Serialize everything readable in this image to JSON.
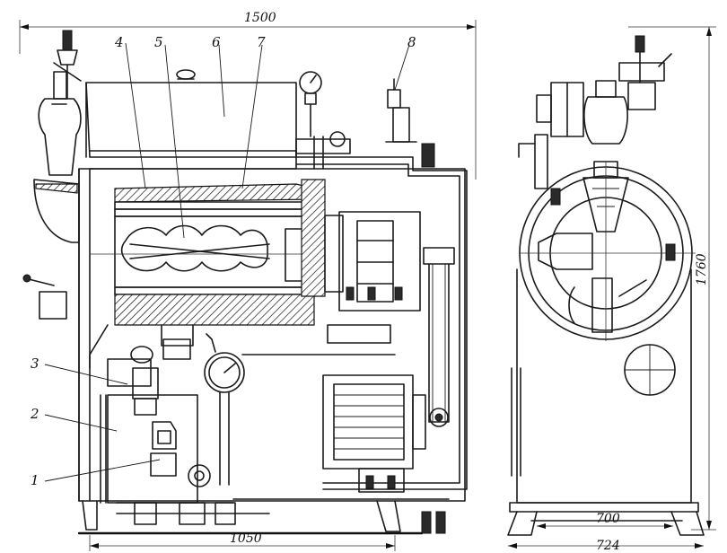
{
  "callouts": {
    "c1": "1",
    "c2": "2",
    "c3": "3",
    "c4": "4",
    "c5": "5",
    "c6": "6",
    "c7": "7",
    "c8": "8"
  },
  "dimensions": {
    "overall_length": "1500",
    "base_length": "1050",
    "height": "1760",
    "end_inner_width": "700",
    "end_width": "724"
  }
}
